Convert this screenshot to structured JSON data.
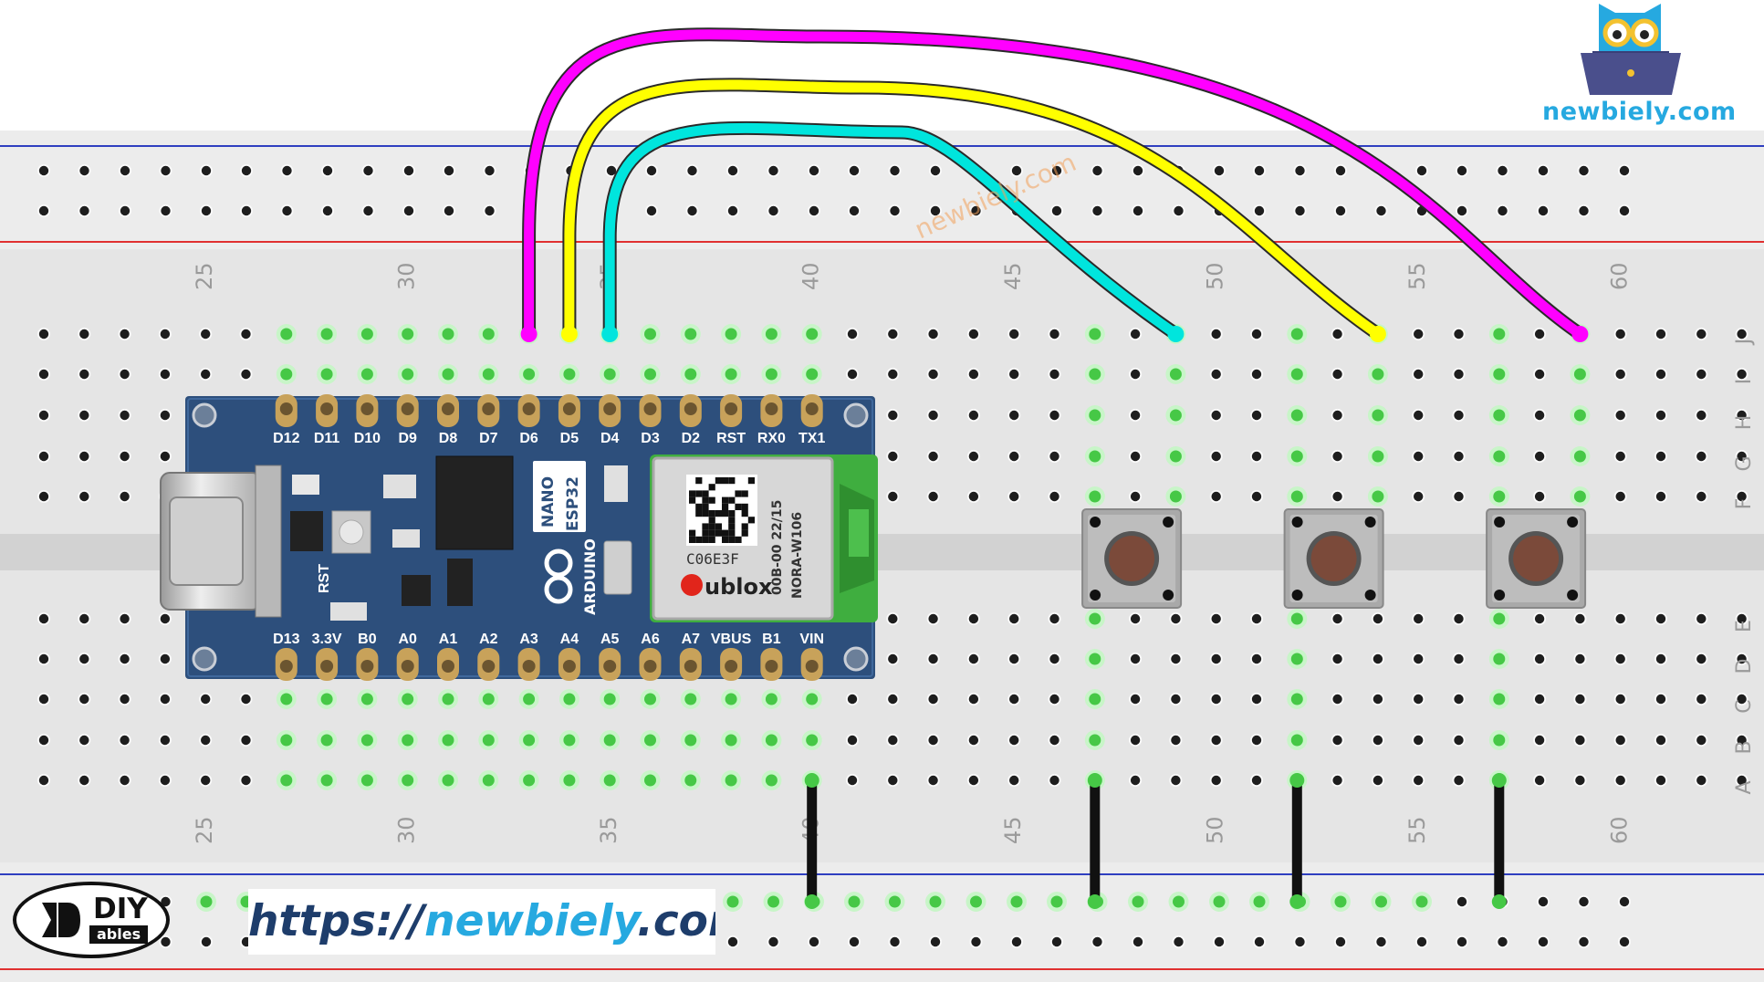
{
  "breadboard": {
    "column_labels": [
      "25",
      "30",
      "35",
      "40",
      "45",
      "50",
      "55",
      "60"
    ],
    "row_labels_top": [
      "J",
      "I",
      "H",
      "G",
      "F"
    ],
    "row_labels_bottom": [
      "E",
      "D",
      "C",
      "B",
      "A"
    ]
  },
  "board": {
    "pins_top": [
      "D12",
      "D11",
      "D10",
      "D9",
      "D8",
      "D7",
      "D6",
      "D5",
      "D4",
      "D3",
      "D2",
      "RST",
      "RX0",
      "TX1"
    ],
    "pins_bottom": [
      "D13",
      "3.3V",
      "B0",
      "A0",
      "A1",
      "A2",
      "A3",
      "A4",
      "A5",
      "A6",
      "A7",
      "VBUS",
      "B1",
      "VIN"
    ],
    "model_line1": "NANO",
    "model_line2": "ESP32",
    "maker": "ARDUINO",
    "module_id": "C06E3F",
    "module_model": "NORA-W106",
    "module_code": "00B-00 22/15",
    "module_vendor": "ublox",
    "reset_label": "RST"
  },
  "wires": [
    {
      "color": "#ff00ff",
      "from_pin": "D6"
    },
    {
      "color": "#ffff00",
      "from_pin": "D5"
    },
    {
      "color": "#00e5dd",
      "from_pin": "D4"
    }
  ],
  "buttons_count": 3,
  "watermark": "newbiely.com",
  "brand": {
    "site": "newbiely.com"
  },
  "footer": {
    "url_prefix": "https://",
    "url_name": "newbiely",
    "url_suffix": ".com"
  },
  "diy_logo": {
    "line1": "DIY",
    "line2": "ables"
  },
  "colors": {
    "board": "#2d4f7c",
    "wire_black": "#111111",
    "module_green": "#3fae3f",
    "pin_gold": "#c8a25a",
    "rail_red": "#e03030",
    "rail_blue": "#2f3fc0"
  }
}
